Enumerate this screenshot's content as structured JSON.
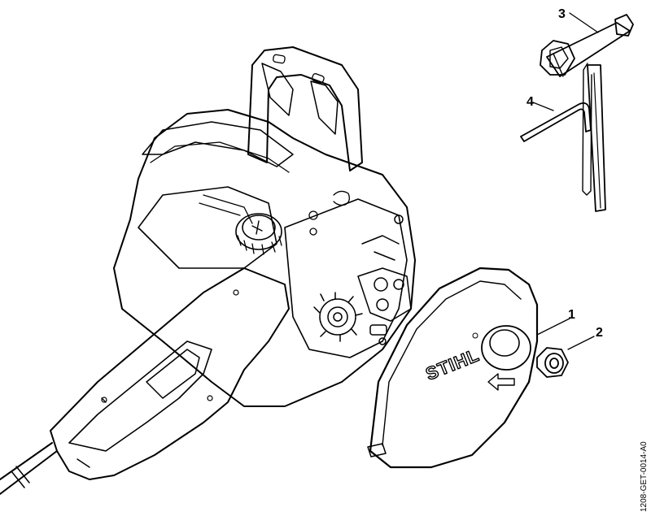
{
  "diagram": {
    "brand_text": "STIHL",
    "doc_reference": "1208-GET-0014-A0",
    "callouts": [
      {
        "number": "1",
        "part": "chain-sprocket-cover"
      },
      {
        "number": "2",
        "part": "collar-nut"
      },
      {
        "number": "3",
        "part": "combination-wrench"
      },
      {
        "number": "4",
        "part": "hex-key"
      }
    ]
  }
}
